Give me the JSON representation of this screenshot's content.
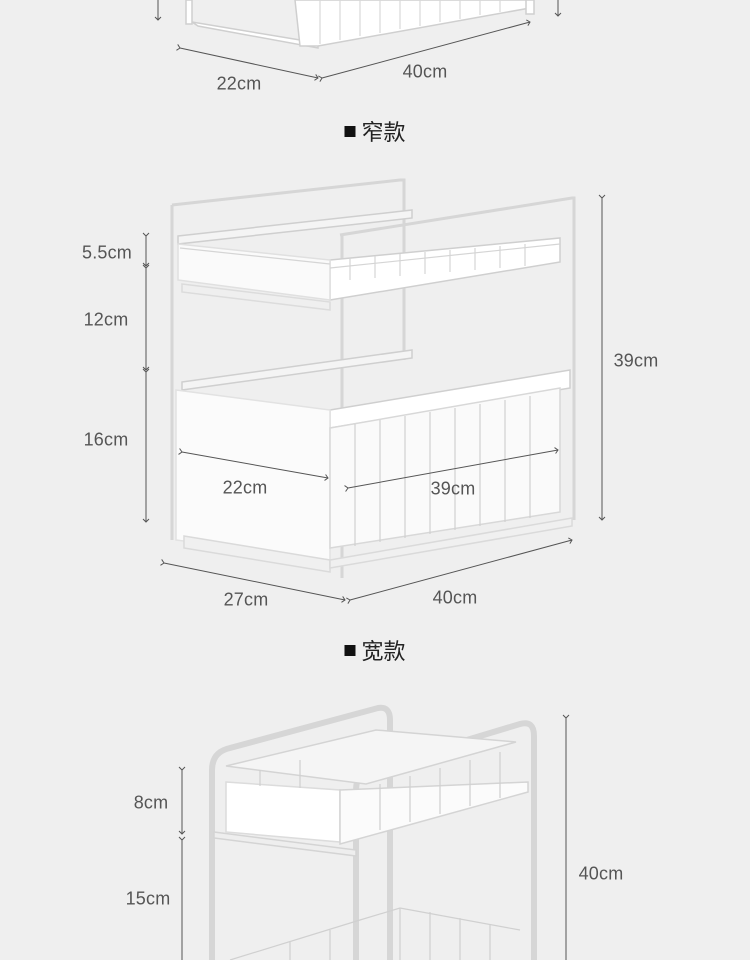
{
  "top_variant": {
    "depth": "22cm",
    "width": "40cm"
  },
  "narrow_variant": {
    "title": "窄款",
    "upper_basket_height": "5.5cm",
    "tier_gap": "12cm",
    "lower_basket_height": "16cm",
    "total_height": "39cm",
    "basket_depth": "22cm",
    "basket_width": "39cm",
    "frame_depth": "27cm",
    "frame_width": "40cm"
  },
  "wide_variant": {
    "title": "宽款",
    "upper_basket_height": "8cm",
    "tier_gap": "15cm",
    "total_height": "40cm"
  },
  "colors": {
    "background": "#efefef",
    "product": "#ffffff",
    "product_edge": "#cfcfcf",
    "dimension_line": "#555555"
  }
}
